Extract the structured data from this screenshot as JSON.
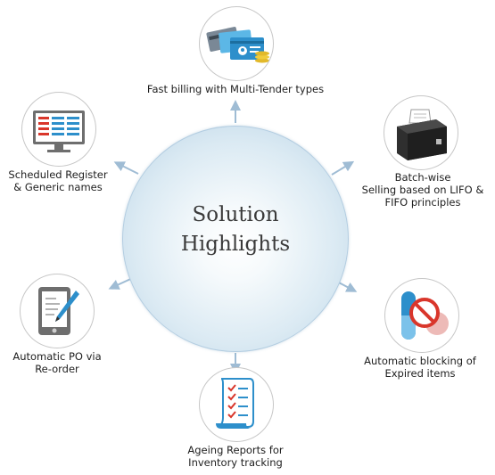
{
  "center": {
    "line1": "Solution",
    "line2": "Highlights"
  },
  "features": [
    {
      "icon": "credit-cards-icon",
      "lines": [
        "Fast billing with Multi-Tender types"
      ]
    },
    {
      "icon": "receipt-printer-icon",
      "lines": [
        "Batch-wise",
        "Selling based on LIFO &",
        "FIFO principles"
      ]
    },
    {
      "icon": "expired-pill-blocked-icon",
      "lines": [
        "Automatic blocking of",
        "Expired items"
      ]
    },
    {
      "icon": "report-scroll-icon",
      "lines": [
        "Ageing Reports for",
        "Inventory tracking"
      ]
    },
    {
      "icon": "tablet-pen-icon",
      "lines": [
        "Automatic PO via",
        "Re-order"
      ]
    },
    {
      "icon": "monitor-register-icon",
      "lines": [
        "Scheduled Register",
        "& Generic names"
      ]
    }
  ],
  "colors": {
    "arrow": "#9fbcd4",
    "circle_edge": "#b3cde1",
    "icon_blue": "#2d8fcb",
    "icon_red": "#d9362b",
    "icon_dark": "#3b3b3b"
  }
}
